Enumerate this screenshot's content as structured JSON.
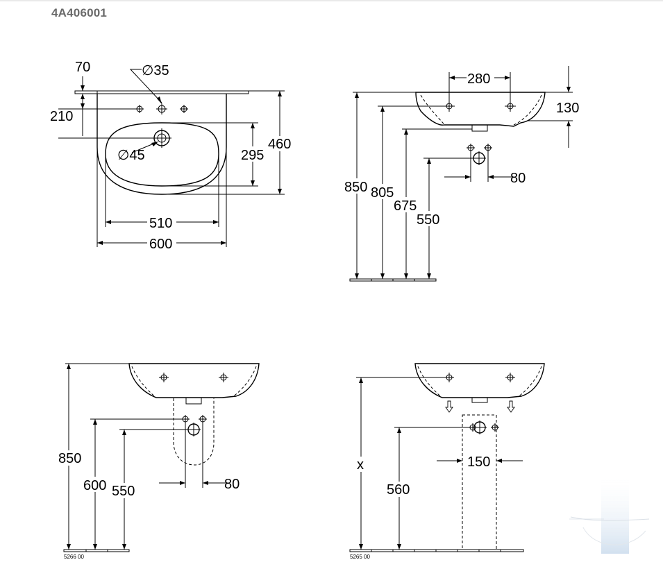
{
  "product_code": "4A406001",
  "views": {
    "top": {
      "dims": {
        "d70": "70",
        "d210": "210",
        "d35": "∅35",
        "d45": "∅45",
        "d295": "295",
        "d460": "460",
        "d510": "510",
        "d600": "600"
      }
    },
    "side": {
      "dims": {
        "d280": "280",
        "d130": "130",
        "d850": "850",
        "d805": "805",
        "d675": "675",
        "d550": "550",
        "d80": "80"
      }
    },
    "semi_pedestal": {
      "code": "5266 00",
      "dims": {
        "d850": "850",
        "d600": "600",
        "d550": "550",
        "d80": "80"
      }
    },
    "pedestal": {
      "code": "5265 00",
      "dims": {
        "dx": "x",
        "d560": "560",
        "d150": "150"
      }
    }
  },
  "watermark": {
    "color": "#b8cfe6"
  }
}
